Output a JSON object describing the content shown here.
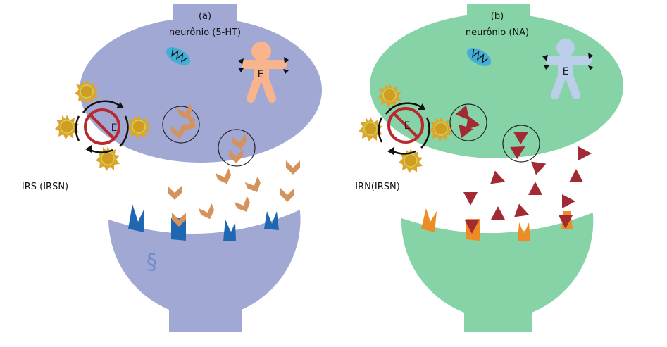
{
  "panels": [
    {
      "id": "a",
      "letter": "(a)",
      "neuron_label": "neurônio (5-HT)",
      "drug_label": "IRS (IRSN)",
      "enzyme_label": "E",
      "transporter_enzyme_label": "E",
      "neuron_color": "#a1a8d4",
      "enzyme_color": "#f8b48c",
      "neurotransmitter_shape": "chevron",
      "neurotransmitter_color": "#d4935c",
      "receptor_color": "#2067b2"
    },
    {
      "id": "b",
      "letter": "(b)",
      "neuron_label": "neurônio (NA)",
      "drug_label": "IRN(IRSN)",
      "enzyme_label": "E",
      "transporter_enzyme_label": "E",
      "neuron_color": "#86d3a8",
      "enzyme_color": "#bccfea",
      "neurotransmitter_shape": "triangle",
      "neurotransmitter_color": "#a22a33",
      "receptor_color": "#ef8b25"
    }
  ],
  "colors": {
    "mitochondria": "#44aed6",
    "sun": "#e0a42a",
    "sun_ring": "#c1d85a",
    "inhibit": "#b8292f",
    "arrow": "#111111"
  }
}
